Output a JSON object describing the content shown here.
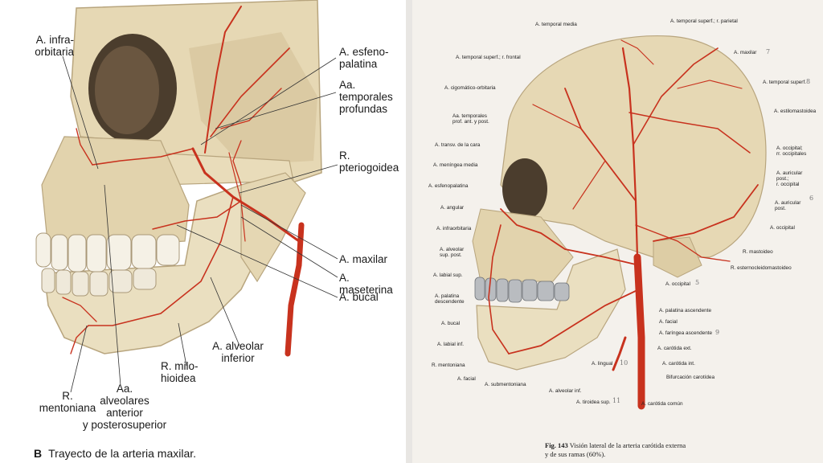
{
  "left": {
    "labels": {
      "infraorbitaria": "A. infra-\norbitaria",
      "esfenopalatina": "A. esfeno-\npalatina",
      "temporales_profundas": "Aa. temporales\nprofundas",
      "pteriogoidea": "R.\npteriogoidea",
      "maxilar": "A. maxilar",
      "maseterina": "A. maseterina",
      "bucal": "A. bucal",
      "alveolar_inferior": "A. alveolar\ninferior",
      "milohioidea": "R. milo-\nhioidea",
      "alveolares": "Aa.\nalveolares\nanterior\ny posterosuperior",
      "mentoniana": "R.\nmentoniana"
    },
    "caption_letter": "B",
    "caption_text": "Trayecto de la arteria maxilar."
  },
  "right": {
    "labels": {
      "temporal_media": "A. temporal media",
      "temporal_sup_parietal": "A. temporal superf.; r. parietal",
      "temporal_sup_frontal": "A. temporal superf.; r. frontal",
      "maxilar": "A. maxilar",
      "cigomatico_orbitaria": "A. cigomático-orbitaria",
      "temporal_superf": "A. temporal superf.",
      "temporales_prof": "Aa. temporales\nprof. ant. y post.",
      "estilomastoidea": "A. estilomastoidea",
      "transv_cara": "A. transv. de la cara",
      "occipital_rr": "A. occipital;\nrr. occipitales",
      "meningea_media": "A. meníngea media",
      "auricular_post_occ": "A. auricular\npost.;\nr. occipital",
      "esfenopalatina": "A. esfenopalatina",
      "auricular_post": "A. auricular\npost.",
      "angular": "A. angular",
      "occipital_r": "A. occipital",
      "infraorbitaria": "A. infraorbitaria",
      "alveolar_sup_post": "A. alveolar\nsup. post.",
      "mastoideo": "R. mastoideo",
      "esternocleido": "R. esternocleidomastoideo",
      "labial_sup": "A. labial sup.",
      "occipital_mid": "A. occipital",
      "palatina_desc": "A. palatina\ndescendente",
      "palatina_asc": "A. palatina ascendente",
      "bucal": "A. bucal",
      "facial_r": "A. facial",
      "faringea": "A. faríngea ascendente",
      "labial_inf": "A. labial inf.",
      "carotida_ext": "A. carótida ext.",
      "lingual": "A. lingual",
      "mentoniana": "R. mentoniana",
      "carotida_int": "A. carótida int.",
      "facial_l": "A. facial",
      "bifurcacion": "Bifurcación carotídea",
      "submentoniana": "A. submentoniana",
      "alveolar_inf": "A. alveolar inf.",
      "tiroidea_sup": "A. tiroidea sup.",
      "carotida_comun": "A. carótida común"
    },
    "caption_fig": "Fig. 143",
    "caption_text": "Visión lateral de la arteria carótida externa\ny de sus ramas (60%)."
  },
  "annotations": [
    "7",
    "8",
    "5",
    "6",
    "9",
    "10",
    "11"
  ],
  "colors": {
    "artery": "#c8321e",
    "bone": "#e6d8b4",
    "bone_shade": "#c9b68d",
    "tooth": "#f5f1e6"
  }
}
